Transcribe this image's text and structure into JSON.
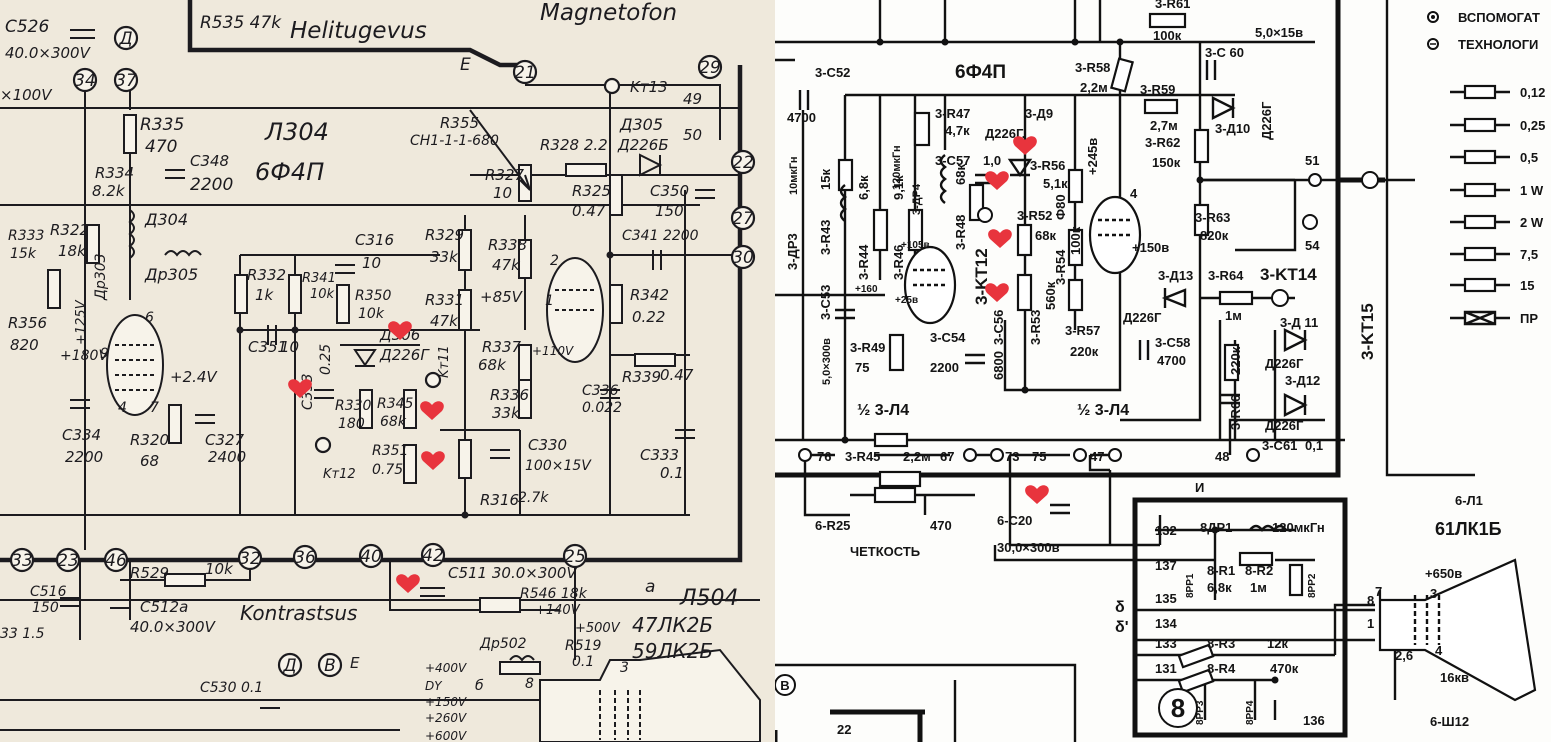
{
  "left": {
    "title_top": "Helitugevus",
    "title_magnetofon": "Magnetofon",
    "r535": "R535 47k",
    "c526": "C526",
    "c526_val": "40.0×300V",
    "x100v": "×100V",
    "node_d": "Д",
    "nodes": {
      "n34": "34",
      "n37": "37",
      "n21": "21",
      "n29": "29",
      "n22": "22",
      "n27": "27",
      "n30": "30",
      "n33": "33",
      "n23": "23",
      "n46": "46",
      "n32": "32",
      "n36": "36",
      "n40": "40",
      "n42": "42",
      "n25": "25"
    },
    "e_label": "E",
    "kt13": "Kт13",
    "kt11": "Kт11",
    "kt12": "Kт12",
    "l304": "Л304",
    "tube_6f4p": "6Ф4П",
    "r355": "R355",
    "r355_val": "CH1-1-1-680",
    "r335": "R335",
    "r335_val": "470",
    "r334": "R334",
    "r334_val": "8.2k",
    "c348": "C348",
    "c348_val": "2200",
    "r328": "R328 2.2",
    "d305": "Д305",
    "d305_val": "Д226Б",
    "r327": "R327",
    "r327_val": "10",
    "r325": "R325",
    "r325_val": "0.47",
    "c350": "C350",
    "c350_val": "150",
    "n49": "49",
    "n50": "50",
    "d304": "Д304",
    "dr305": "Др305",
    "dr303": "Др303",
    "r322": "R322",
    "r322_val": "18k",
    "r333": "R333",
    "r333_val": "15k",
    "r356": "R356",
    "r356_val": "820",
    "v125": "+125V",
    "v180": "+180V",
    "r332": "R332",
    "r332_val": "1k",
    "r341": "R341",
    "r341_val": "10k",
    "c316": "C316",
    "c316_val": "10",
    "r350": "R350",
    "r350_val": "10k",
    "r329": "R329",
    "r329_val": "33k",
    "r338": "R338",
    "r338_val": "47k",
    "c341": "C341 2200",
    "r331": "R331",
    "r331_val": "47k",
    "v85": "+85V",
    "c351": "C351",
    "c351_val": "10",
    "c353": "C353",
    "c353_val": "0.25",
    "d306": "Д306",
    "d306_val": "Д226Г",
    "r337": "R337",
    "r337_val": "68k",
    "r342": "R342",
    "r342_val": "0.22",
    "v110": "+110V",
    "r330": "R330",
    "r330_val": "180",
    "r345": "R345",
    "r345_val": "68k",
    "r339": "R339",
    "r339_val": "0.47",
    "r336": "R336",
    "r336_val": "33k",
    "c336": "C336",
    "c336_val": "0.022",
    "v24": "+2.4V",
    "c334": "C334",
    "c334_val": "2200",
    "r320": "R320",
    "r320_val": "68",
    "c327": "C327",
    "c327_val": "2400",
    "r351": "R351",
    "r351_val": "0.75",
    "c330": "C330",
    "c330_val": "100×15V",
    "r316": "R316",
    "r316_val": "2.7k",
    "c333": "C333",
    "c333_val": "0.1",
    "c516": "C516",
    "c516_val": "150",
    "r529": "R529",
    "r529_val": "10k",
    "c512a": "C512a",
    "c512a_val": "40.0×300V",
    "kontrastsus": "Kontrastsus",
    "c511": "C511 30.0×300V",
    "r546": "R546 18k",
    "v140": "+140V",
    "a_label": "a",
    "l504": "Л504",
    "tube_47": "47ЛК2Б",
    "tube_59": "59ЛК2Б",
    "v500": "+500V",
    "dr502": "Др502",
    "r519": "R519",
    "r519_val": "0.1",
    "c530": "C530 0.1",
    "r33": "33 1.5",
    "b_label": "B",
    "e2_label": "E",
    "v400": "+400V",
    "dy": "DY",
    "v150": "+150V",
    "v260": "+260V",
    "v600": "+600V",
    "b6": "б",
    "pin8": "8",
    "pin3": "3",
    "pin1": "1",
    "pin2": "2",
    "pin4": "4",
    "pin6": "6",
    "pin7": "7",
    "pin9": "9"
  },
  "right": {
    "c52": "3-C52",
    "c52_val": "4700",
    "tube": "6Ф4П",
    "r47": "3-R47",
    "r47_val": "4,7к",
    "d9": "3-Д9",
    "d9_type": "Д226Г.",
    "r58": "3-R58",
    "r58_val": "2,2м",
    "r59": "3-R59",
    "r59_val": "2,7м",
    "c60": "3-C 60",
    "c60_val": "5,0×15в",
    "r100k": "100к",
    "d10": "3-Д10",
    "d10_type": "Д226Г",
    "r62": "3-R62",
    "r62_val": "150к",
    "dr3": "3-ДР3",
    "dr3_val": "10мкГн",
    "r43": "3-R43",
    "r43_val": "15к",
    "r44": "3-R44",
    "r44_val": "6,8к",
    "r46": "3-R46",
    "r46_val": "9,1к",
    "dr4": "3-ДР4",
    "dr4_val": "120мкГн",
    "r48": "3-R48",
    "r48_val": "68к",
    "c57": "3-C57",
    "c57_val": "1,0",
    "r56": "3-R56",
    "r56_val": "5,1к",
    "r52": "3-R52",
    "r52_val": "68к",
    "kt12": "3-KT12",
    "r54": "3-R54",
    "r54_val": "100к",
    "r54_extra": "Ф80",
    "v245": "+245в",
    "v150": "+150в",
    "r63": "3-R63",
    "r63_val": "820к",
    "n51": "51",
    "n54": "54",
    "v105": "+105в",
    "v160": "+160",
    "v25": "+25в",
    "c53": "3-C53",
    "c53_val": "5,0×300в",
    "r49": "3-R49",
    "r49_val": "75",
    "c54": "3-C54",
    "c54_val": "2200",
    "c56": "3-C56",
    "c56_val": "6800",
    "r53": "3-R53",
    "r53_val": "560к",
    "r57": "3-R57",
    "r57_val": "220к",
    "c58": "3-C58",
    "c58_val": "4700",
    "d13": "3-Д13",
    "d13_type": "Д226Г",
    "r64": "3-R64",
    "r64_val": "1м",
    "kt14": "3-KT14",
    "kt15": "3-KT15",
    "d11": "3-Д 11",
    "d11_type": "Д226Г",
    "d12": "3-Д12",
    "d12_type": "Д226Г",
    "r66": "3-R66",
    "r66_val": "220к",
    "c61": "3-C61",
    "c61_val": "0,1",
    "half1": "½ 3-Л4",
    "half2": "½ 3-Л4",
    "r45": "3-R45",
    "r45_val": "2,2м",
    "n76": "76",
    "n67": "67",
    "n73": "73",
    "n75": "75",
    "n47": "47",
    "n48": "48",
    "i_label": "И",
    "r25": "6-R25",
    "r25_val": "470",
    "chetkost": "ЧЕТКОСТЬ",
    "c20": "6-C20",
    "c20_val": "30,0×300в",
    "n132": "132",
    "n135": "135",
    "n134": "134",
    "n133": "133",
    "n131": "131",
    "n136": "136",
    "n137": "137",
    "dr1": "8ДР1",
    "dr1_val": "120мкГн",
    "r1": "8-R1",
    "r1_val": "6,8к",
    "r2": "8-R2",
    "r2_val": "1м",
    "rr1": "8РР1",
    "rr2": "8РР2",
    "r3": "8-R3",
    "r3_val": "12к",
    "r4": "8-R4",
    "r4_val": "470к",
    "rr3": "8РР3",
    "rr4": "8РР4",
    "block8": "8",
    "delta": "δ",
    "delta2": "δ'",
    "l1": "6-Л1",
    "tube61": "61ЛК1Б",
    "v650": "+650в",
    "kv16": "16кв",
    "sh12": "6-Ш12",
    "v_pin3": "3",
    "v_pin4": "4",
    "v_pin7": "7",
    "v_pin8": "8",
    "v_pin1": "1",
    "v_pin26": "2,6",
    "n22": "22",
    "b_circle": "B",
    "top_r": "3-R61",
    "top_4": "4"
  },
  "legend": {
    "items": [
      {
        "symbol": "dot-circle",
        "label": "ВСПОМОГАТ"
      },
      {
        "symbol": "minus-circle",
        "label": "ТЕХНОЛОГИ"
      },
      {
        "symbol": "res-0125",
        "label": "0,12"
      },
      {
        "symbol": "res-025",
        "label": "0,25"
      },
      {
        "symbol": "res-05",
        "label": "0,5"
      },
      {
        "symbol": "res-1",
        "label": "1 W"
      },
      {
        "symbol": "res-2",
        "label": "2 W"
      },
      {
        "symbol": "res-75",
        "label": "7,5"
      },
      {
        "symbol": "res-15",
        "label": "15"
      },
      {
        "symbol": "res-pr",
        "label": "ПР"
      }
    ]
  }
}
